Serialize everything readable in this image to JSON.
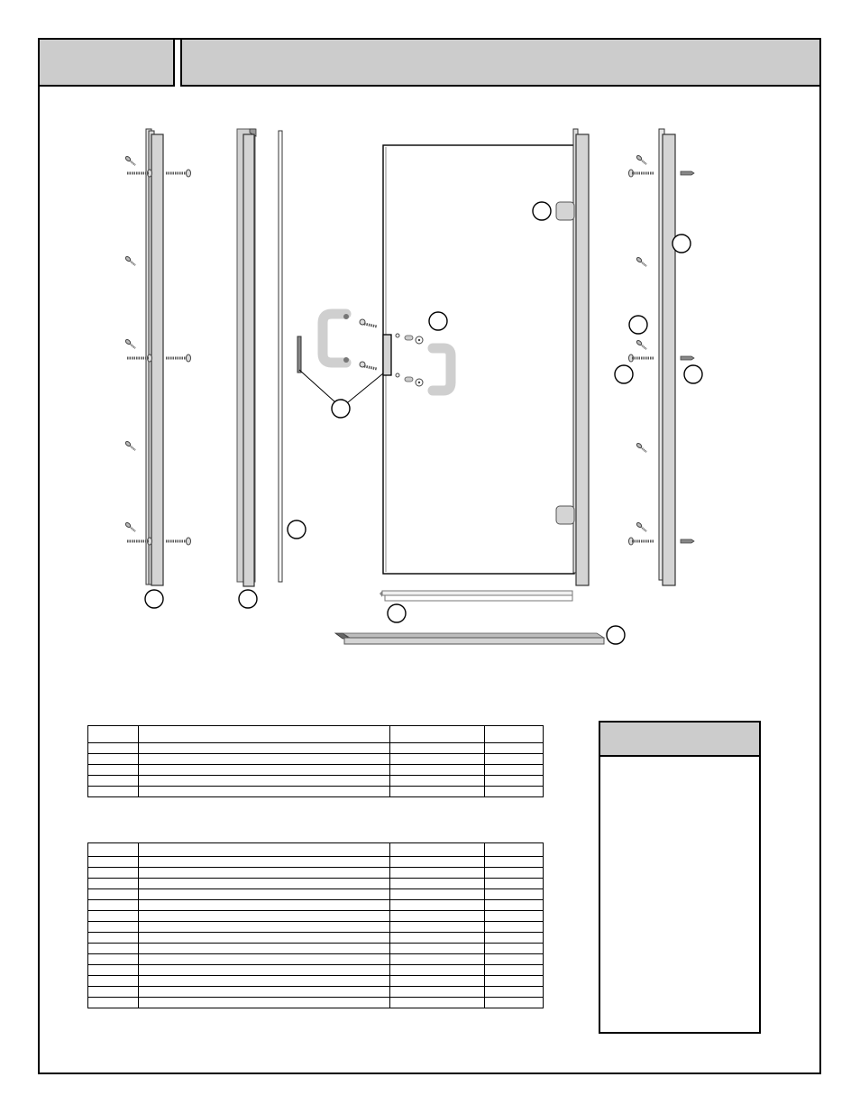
{
  "header": {
    "left_box_text": "",
    "right_box_text": ""
  },
  "diagram": {
    "title": "",
    "callouts": [
      {
        "id": "callout-left-jamb",
        "label": ""
      },
      {
        "id": "callout-center-jamb",
        "label": ""
      },
      {
        "id": "callout-strip",
        "label": ""
      },
      {
        "id": "callout-handle-seal",
        "label": ""
      },
      {
        "id": "callout-handle",
        "label": ""
      },
      {
        "id": "callout-hinge",
        "label": ""
      },
      {
        "id": "callout-right-jamb",
        "label": ""
      },
      {
        "id": "callout-screw-upper",
        "label": ""
      },
      {
        "id": "callout-screw-left",
        "label": ""
      },
      {
        "id": "callout-anchor-right",
        "label": ""
      },
      {
        "id": "callout-sweep",
        "label": ""
      },
      {
        "id": "callout-threshold",
        "label": ""
      }
    ],
    "colors": {
      "part_fill": "#d4d4d4",
      "header_fill": "#cccccc",
      "line": "#000000"
    }
  },
  "parts_table_a": {
    "headers": [
      "",
      "",
      "",
      ""
    ],
    "rows": [
      [
        "",
        "",
        "",
        ""
      ],
      [
        "",
        "",
        "",
        ""
      ],
      [
        "",
        "",
        "",
        ""
      ],
      [
        "",
        "",
        "",
        ""
      ],
      [
        "",
        "",
        "",
        ""
      ]
    ]
  },
  "parts_table_b": {
    "headers": [
      "",
      "",
      "",
      ""
    ],
    "rows": [
      [
        "",
        "",
        "",
        ""
      ],
      [
        "",
        "",
        "",
        ""
      ],
      [
        "",
        "",
        "",
        ""
      ],
      [
        "",
        "",
        "",
        ""
      ],
      [
        "",
        "",
        "",
        ""
      ],
      [
        "",
        "",
        "",
        ""
      ],
      [
        "",
        "",
        "",
        ""
      ],
      [
        "",
        "",
        "",
        ""
      ],
      [
        "",
        "",
        "",
        ""
      ],
      [
        "",
        "",
        "",
        ""
      ],
      [
        "",
        "",
        "",
        ""
      ],
      [
        "",
        "",
        "",
        ""
      ],
      [
        "",
        "",
        "",
        ""
      ],
      [
        "",
        "",
        "",
        ""
      ]
    ]
  },
  "side_box": {
    "title": "",
    "body": ""
  }
}
